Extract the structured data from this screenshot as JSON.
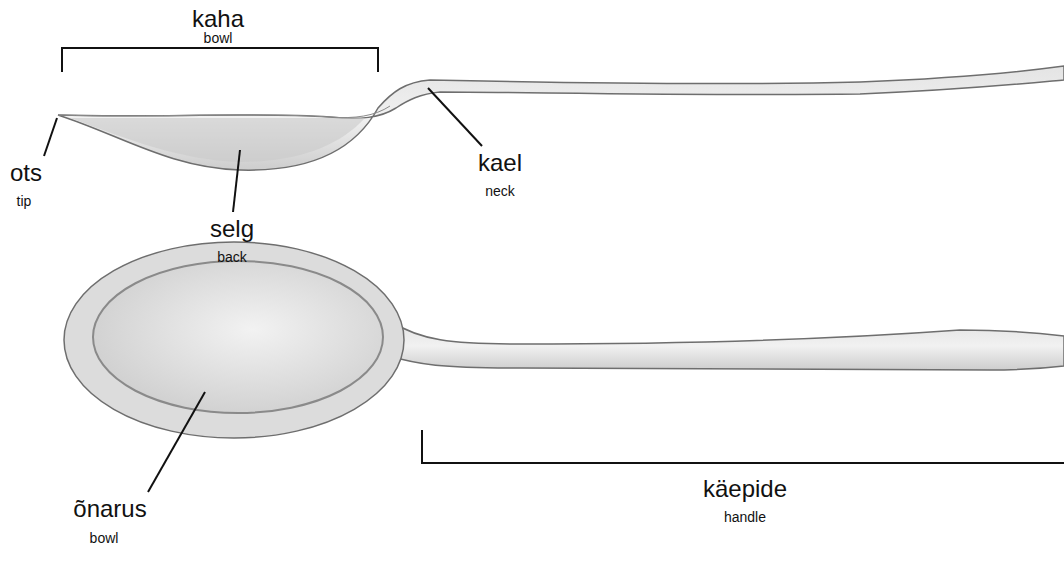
{
  "diagram": {
    "labels": [
      "kaha",
      "bowl",
      "ots",
      "tip",
      "selg",
      "back",
      "kael",
      "neck",
      "õnarus",
      "bowl",
      "käepide",
      "handle"
    ]
  }
}
